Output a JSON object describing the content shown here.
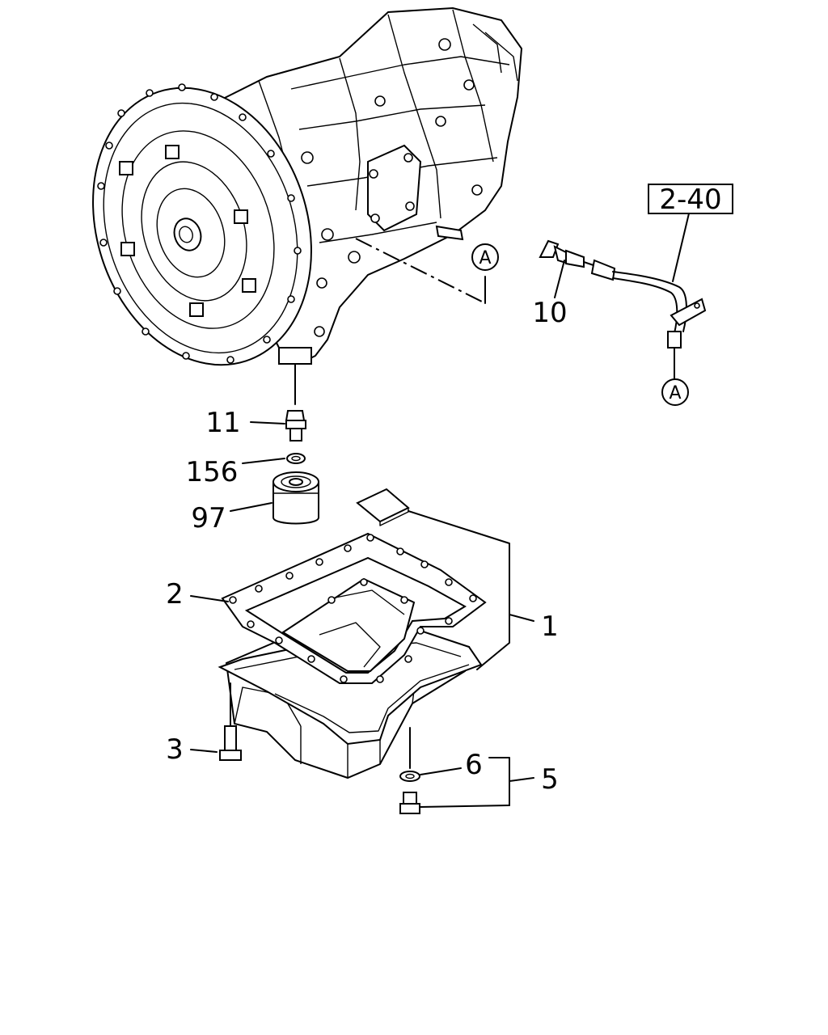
{
  "callouts": {
    "ref_box": "2-40",
    "cable": "10",
    "connector_a_top": "A",
    "connector_a_bottom": "A",
    "plug": "11",
    "ring": "156",
    "filter": "97",
    "gasket": "2",
    "pan": "1",
    "bolt": "3",
    "washer": "6",
    "drain_group": "5"
  }
}
